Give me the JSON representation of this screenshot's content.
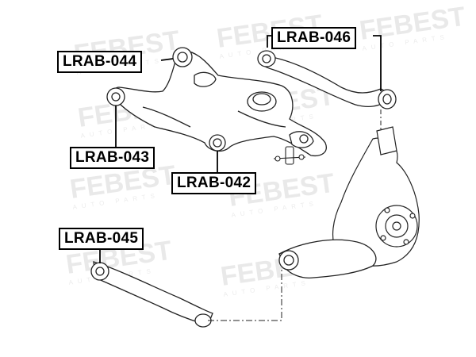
{
  "watermark": {
    "brand": "FEBEST",
    "sub": "AUTO PARTS"
  },
  "callouts": [
    {
      "id": "LRAB-046",
      "label": "LRAB-046"
    },
    {
      "id": "LRAB-044",
      "label": "LRAB-044"
    },
    {
      "id": "LRAB-043",
      "label": "LRAB-043"
    },
    {
      "id": "LRAB-042",
      "label": "LRAB-042"
    },
    {
      "id": "LRAB-045",
      "label": "LRAB-045"
    }
  ]
}
